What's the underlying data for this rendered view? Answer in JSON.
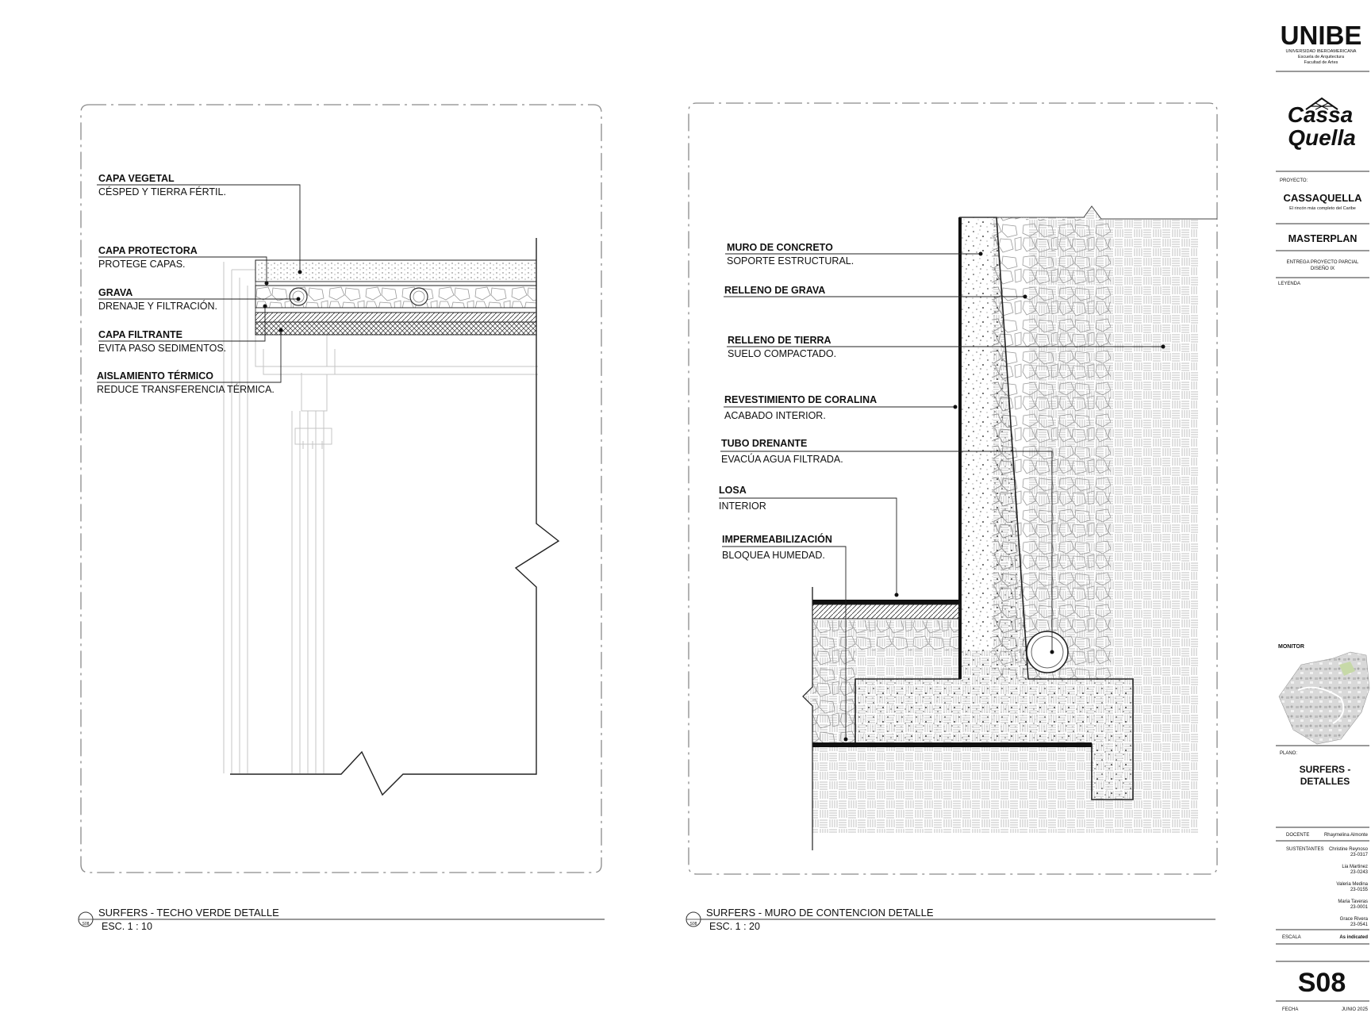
{
  "title_block": {
    "school": "UNIBE",
    "school_line1": "UNIVERSIDAD IBEROAMERICANA",
    "school_line2": "Escuela de Arquitectura",
    "school_line3": "Facultad de Artes",
    "logo_line1": "Cassa",
    "logo_line2": "Quella",
    "project_label": "PROYECTO:",
    "project_name": "CASSAQUELLA",
    "project_tagline": "El rincón más completo del Caribe",
    "section_title": "MASTERPLAN",
    "delivery_line1": "ENTREGA PROYECTO PARCIAL",
    "delivery_line2": "DISEÑO IX",
    "legend_label": "LEYENDA",
    "monitor_label": "MONITOR",
    "plan_label": "PLANO:",
    "plan_name_line1": "SURFERS -",
    "plan_name_line2": "DETALLES",
    "docente_label": "DOCENTE",
    "docente_name": "Rhaymelina Almonte",
    "students_label": "SUSTENTANTES",
    "students": [
      {
        "name": "Christine Reynoso",
        "id": "23-0317"
      },
      {
        "name": "Lia Martinez",
        "id": "23-0243"
      },
      {
        "name": "Valeria Medina",
        "id": "23-0155"
      },
      {
        "name": "Maria Taveras",
        "id": "23-0001"
      },
      {
        "name": "Grace Rivera",
        "id": "23-0541"
      }
    ],
    "scale_label": "ESCALA",
    "scale_value": "As indicated",
    "sheet_number": "S08",
    "date_label": "FECHA",
    "date_value": "JUNIO 2025"
  },
  "detail_left": {
    "title": "SURFERS - TECHO VERDE DETALLE",
    "scale": "ESC. 1 : 10",
    "marker": "S08",
    "labels": [
      {
        "title": "CAPA VEGETAL",
        "desc": "CÉSPED Y TIERRA FÉRTIL."
      },
      {
        "title": "CAPA PROTECTORA",
        "desc": "PROTEGE CAPAS."
      },
      {
        "title": "GRAVA",
        "desc": "DRENAJE Y FILTRACIÓN."
      },
      {
        "title": "CAPA FILTRANTE",
        "desc": "EVITA PASO SEDIMENTOS."
      },
      {
        "title": "AISLAMIENTO TÉRMICO",
        "desc": "REDUCE TRANSFERENCIA TÉRMICA."
      }
    ]
  },
  "detail_right": {
    "title": "SURFERS - MURO DE CONTENCION DETALLE",
    "scale": "ESC. 1 : 20",
    "marker": "S08",
    "labels": [
      {
        "title": "MURO DE CONCRETO",
        "desc": "SOPORTE ESTRUCTURAL."
      },
      {
        "title": "RELLENO DE GRAVA",
        "desc": ""
      },
      {
        "title": "RELLENO DE TIERRA",
        "desc": "SUELO COMPACTADO."
      },
      {
        "title": "REVESTIMIENTO DE CORALINA",
        "desc": "ACABADO INTERIOR."
      },
      {
        "title": "TUBO DRENANTE",
        "desc": "EVACÚA AGUA FILTRADA."
      },
      {
        "title": "LOSA",
        "desc": "INTERIOR"
      },
      {
        "title": "IMPERMEABILIZACIÓN",
        "desc": "BLOQUEA HUMEDAD."
      }
    ]
  }
}
